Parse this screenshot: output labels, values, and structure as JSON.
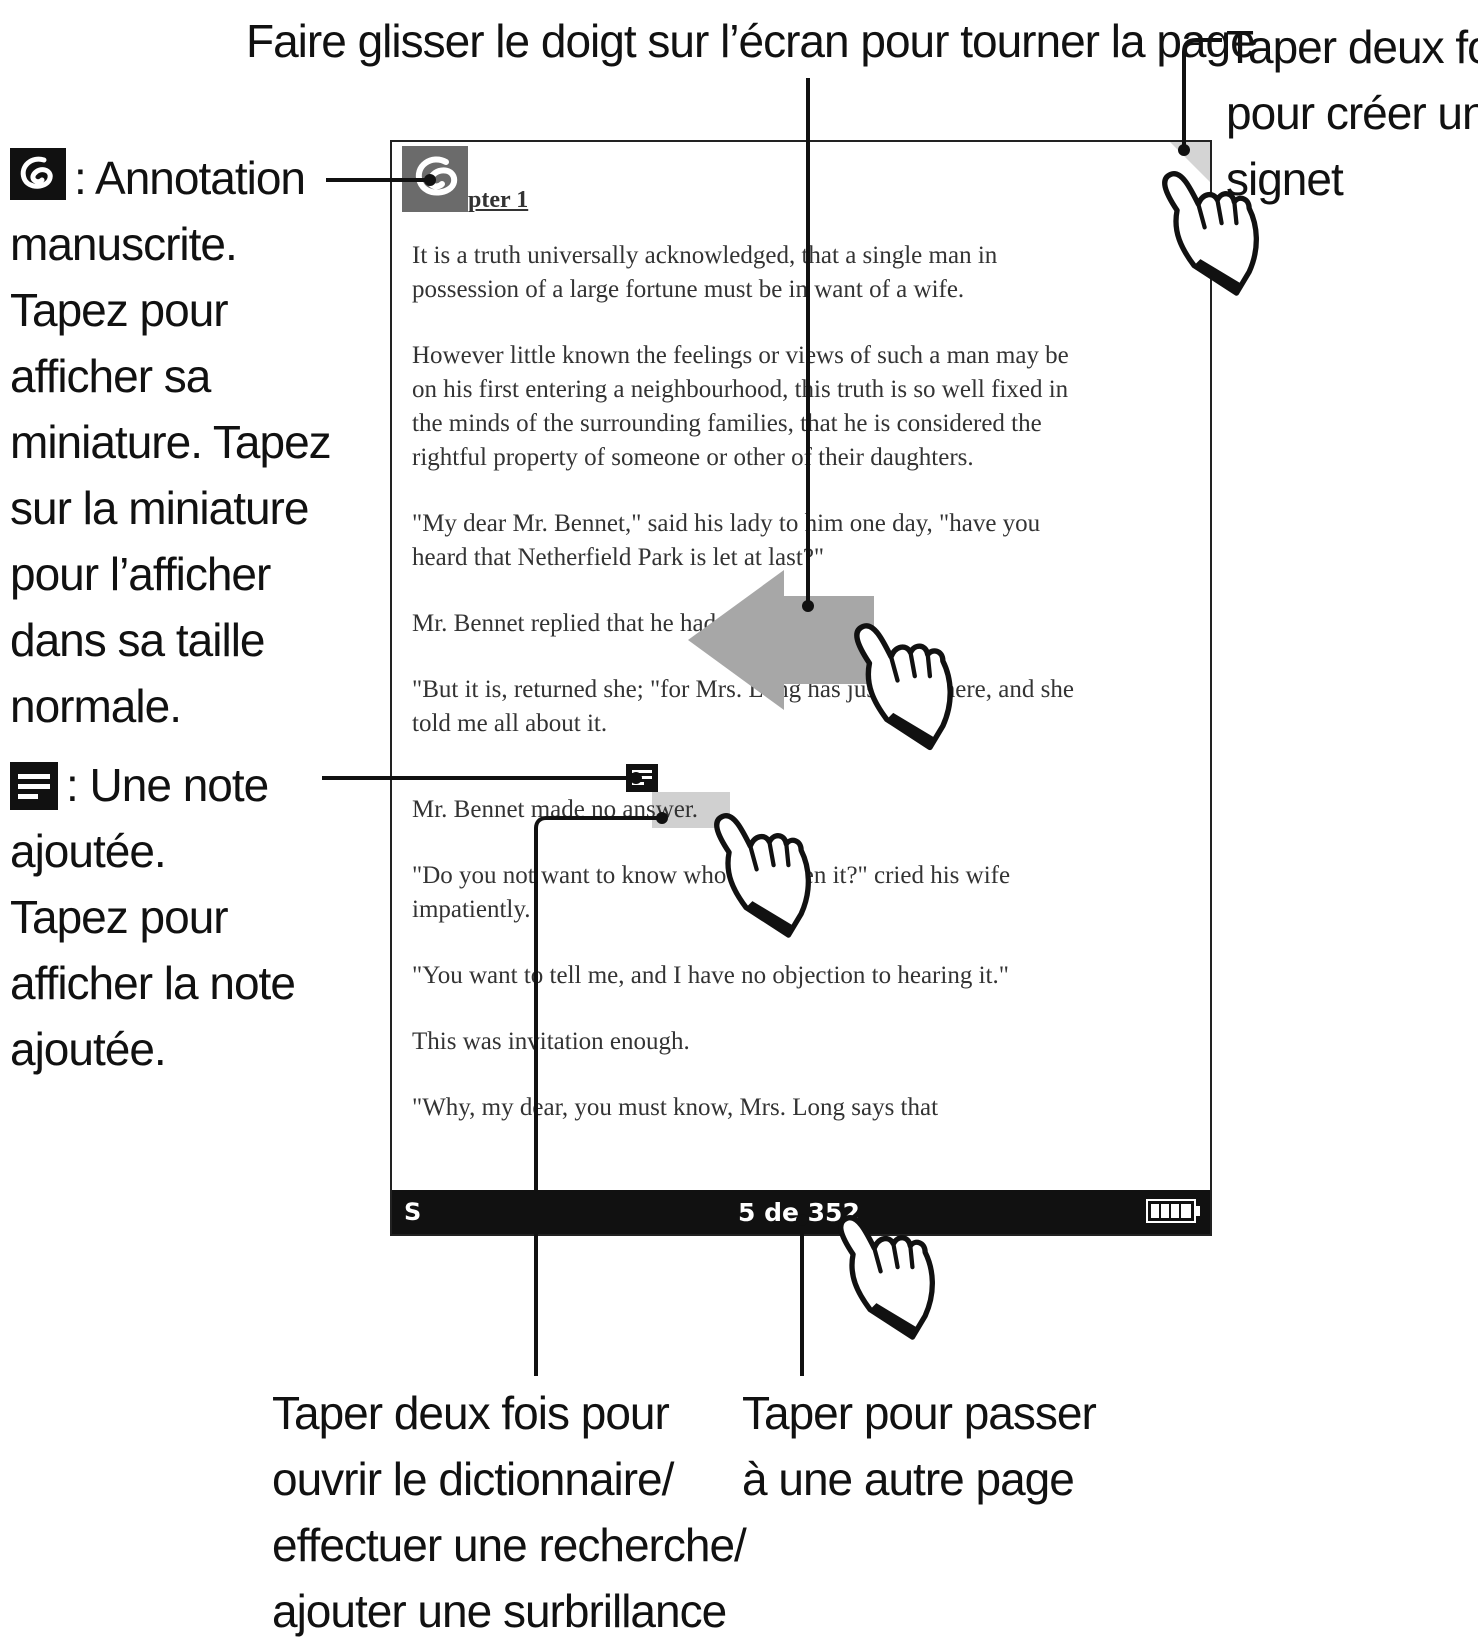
{
  "callouts": {
    "swipe": "Faire glisser le doigt sur l’écran pour tourner la page",
    "bookmark": [
      "Taper deux fois",
      "pour créer un",
      "signet"
    ],
    "annotation": [
      ": Annotation",
      "manuscrite.",
      "Tapez pour",
      "afficher sa",
      "miniature. Tapez",
      "sur la miniature",
      "pour l’afficher",
      "dans sa taille",
      "normale."
    ],
    "note": [
      ": Une note",
      "ajoutée.",
      "Tapez pour",
      "afficher la note",
      "ajoutée."
    ],
    "dictionary": [
      "Taper deux fois pour",
      "ouvrir le dictionnaire/",
      "effectuer une recherche/",
      "ajouter une surbrillance"
    ],
    "page_jump": [
      "Taper pour passer",
      "à une autre page"
    ]
  },
  "reader": {
    "chapter_heading": "pter 1",
    "lines": [
      "It is a truth universally acknowledged, that a single man in",
      "possession of a large fortune must be in want of a wife.",
      "However little known the feelings or views of such a man may be",
      "on his first entering a neighbourhood, this truth is so well fixed in",
      "the minds of the surrounding families, that he is considered the",
      "rightful property of someone or other of their daughters.",
      "\"My dear Mr. Bennet,\" said his lady to him one day, \"have you",
      "heard that Netherfield Park is let at last?\"",
      "Mr. Bennet replied that he had not.",
      "\"But it is, returned she; \"for Mrs. Long has just been here, and she",
      "told me all about it.",
      "Mr. Bennet made no answer.",
      "\"Do you not want to know who has taken it?\" cried his wife",
      "impatiently.",
      "\"You want to tell me, and I have no objection to hearing it.\"",
      "This was invitation enough.",
      "\"Why, my dear, you must know, Mrs. Long says that"
    ],
    "status": {
      "left": "S",
      "page": "5 de 352"
    }
  },
  "icons": {
    "annotation": "handwritten-annotation-icon",
    "note": "note-icon",
    "hand": "pointing-hand-icon",
    "arrow": "swipe-left-arrow-icon",
    "battery": "battery-icon"
  }
}
